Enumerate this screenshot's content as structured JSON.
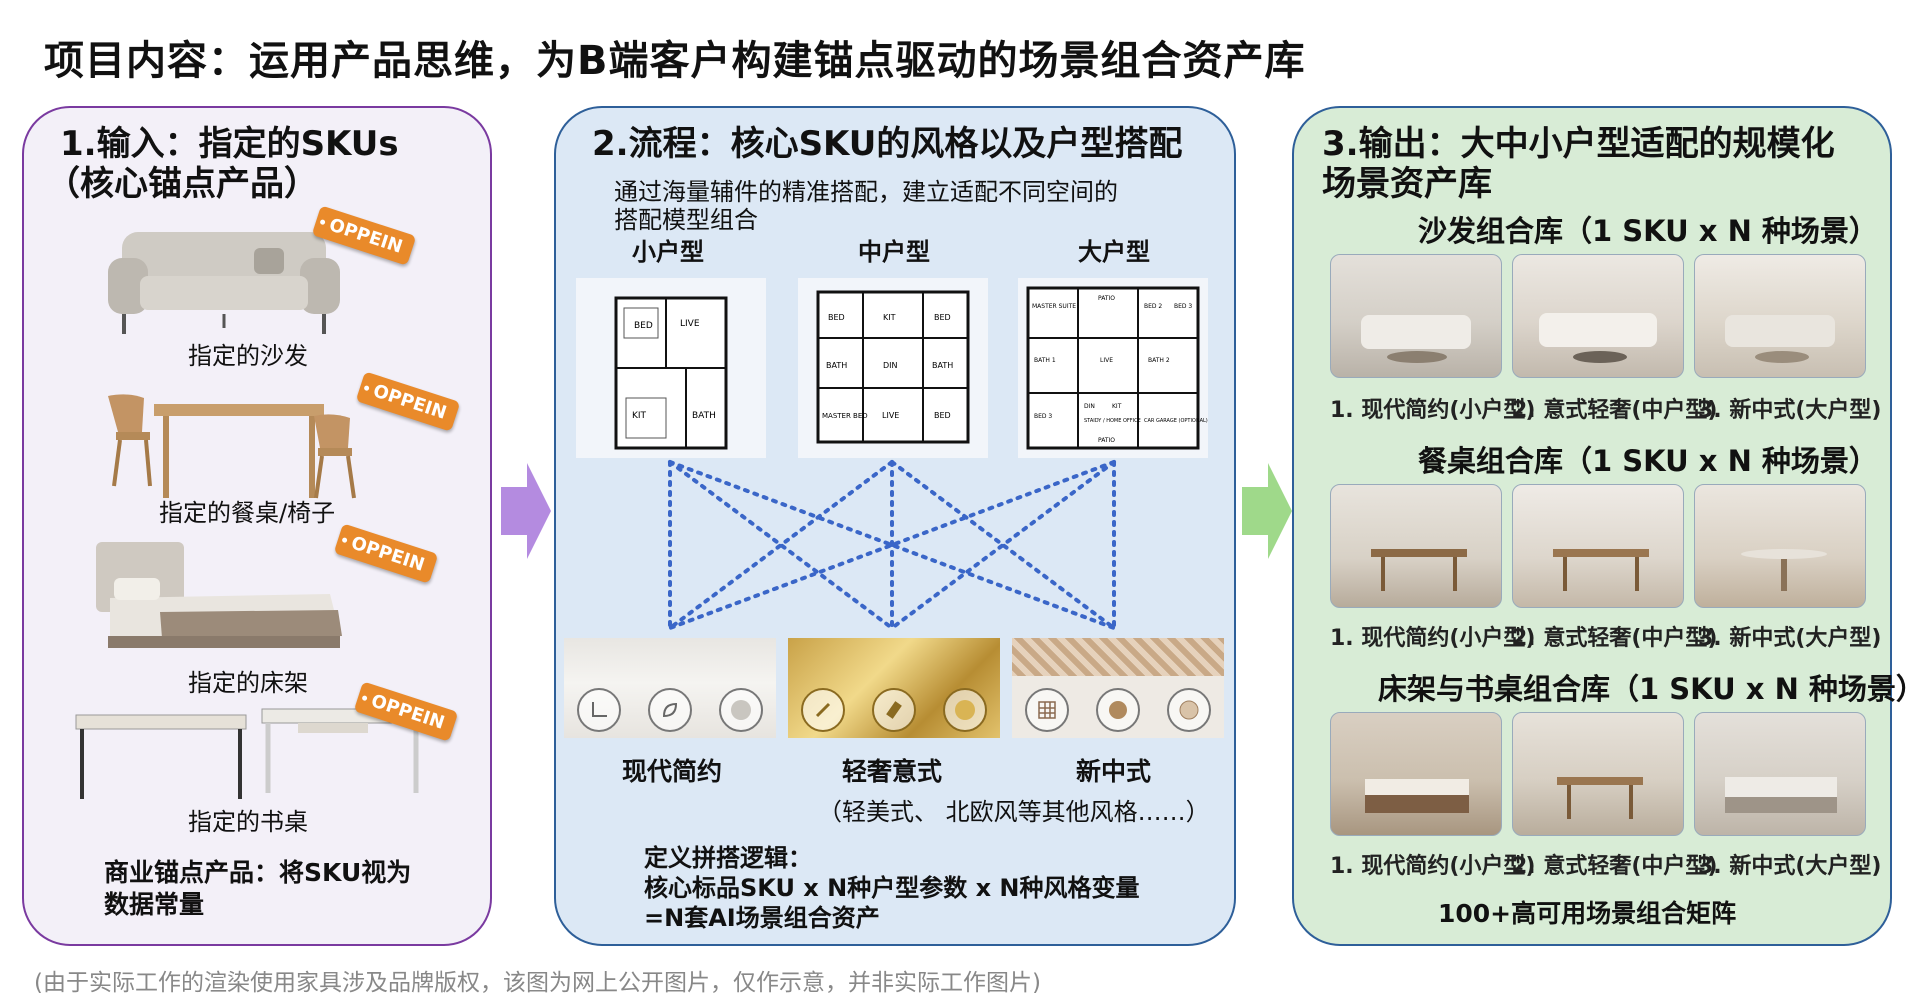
{
  "title": "项目内容：运用产品思维，为B端客户构建锚点驱动的场景组合资产库",
  "footnote": "(由于实际工作的渲染使用家具涉及品牌版权，该图为网上公开图片，仅作示意，并非实际工作图片)",
  "panel1": {
    "title_line1": "1.输入：指定的SKUs",
    "title_line2": "（核心锚点产品）",
    "brand_tag": "OPPEIN",
    "items": [
      {
        "label": "指定的沙发"
      },
      {
        "label": "指定的餐桌/椅子"
      },
      {
        "label": "指定的床架"
      },
      {
        "label": "指定的书桌"
      }
    ],
    "summary_line1": "商业锚点产品：将SKU视为",
    "summary_line2": "数据常量"
  },
  "panel2": {
    "title": "2.流程：核心SKU的风格以及户型搭配",
    "desc_line1": "通过海量辅件的精准搭配，建立适配不同空间的",
    "desc_line2": "搭配模型组合",
    "layouts": [
      "小户型",
      "中户型",
      "大户型"
    ],
    "styles": [
      "现代简约",
      "轻奢意式",
      "新中式"
    ],
    "other_styles": "（轻美式、 北欧风等其他风格……）",
    "logic_line1": "定义拼搭逻辑：",
    "logic_line2": "核心标品SKU x N种户型参数 x N种风格变量",
    "logic_line3": "=N套AI场景组合资产",
    "plan_labels": {
      "small": [
        "BED",
        "LIVE",
        "KIT",
        "BATH"
      ],
      "medium": [
        "BED",
        "KIT",
        "BED",
        "DIN",
        "BATH",
        "BATH",
        "MASTER BED",
        "LIVE",
        "BED"
      ],
      "large": [
        "MASTER SUITE",
        "PATIO",
        "BED 2",
        "BED 3",
        "LIVE",
        "BATH 2",
        "BATH 1",
        "DIN",
        "KIT",
        "STAIDY / HOME OFFICE",
        "CAR GARAGE (OPTIONAL)",
        "BED 3",
        "PATIO"
      ]
    }
  },
  "panel3": {
    "title_line1": "3.输出：大中小户型适配的规模化",
    "title_line2": "场景资产库",
    "libraries": [
      {
        "title": "沙发组合库（1 SKU x N 种场景）"
      },
      {
        "title": "餐桌组合库（1 SKU x N 种场景）"
      },
      {
        "title": "床架与书桌组合库（1 SKU x N 种场景）"
      }
    ],
    "captions": [
      "1. 现代简约(小户型)",
      "2. 意式轻奢(中户型)",
      "3. 新中式(大户型)"
    ],
    "summary": "100+高可用场景组合矩阵"
  },
  "colors": {
    "panel1_bg": "#f3f0f8",
    "panel1_border": "#7a3aa0",
    "panel2_bg": "#dce8f5",
    "panel2_border": "#2e5f99",
    "panel3_bg": "#d8ecd6",
    "panel3_border": "#2e5f99",
    "arrow1": "#b48be0",
    "arrow2": "#9fd98a",
    "dotted_lines": "#3a66c8",
    "brand_tag": "#e98a2a"
  }
}
